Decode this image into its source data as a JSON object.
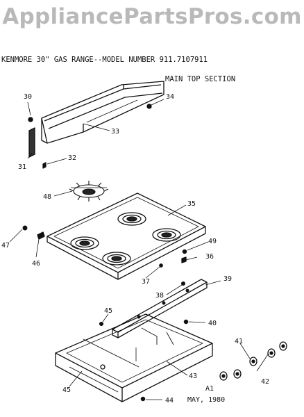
{
  "watermark": "AppliancePartsPros.com",
  "header": {
    "title": "KENMORE 30\" GAS RANGE--MODEL NUMBER 911.7107911",
    "section": "MAIN TOP SECTION"
  },
  "footer": {
    "code": "A1",
    "date": "MAY, 1980"
  },
  "callouts": {
    "p30": "30",
    "p34": "34",
    "p33": "33",
    "p32": "32",
    "p31": "31",
    "p48": "48",
    "p35": "35",
    "p47": "47",
    "p46": "46",
    "p49": "49",
    "p36": "36",
    "p37": "37",
    "p38": "38",
    "p39": "39",
    "p40": "40",
    "p45a": "45",
    "p41": "41",
    "p42": "42",
    "p43": "43",
    "p45b": "45",
    "p44": "44"
  }
}
